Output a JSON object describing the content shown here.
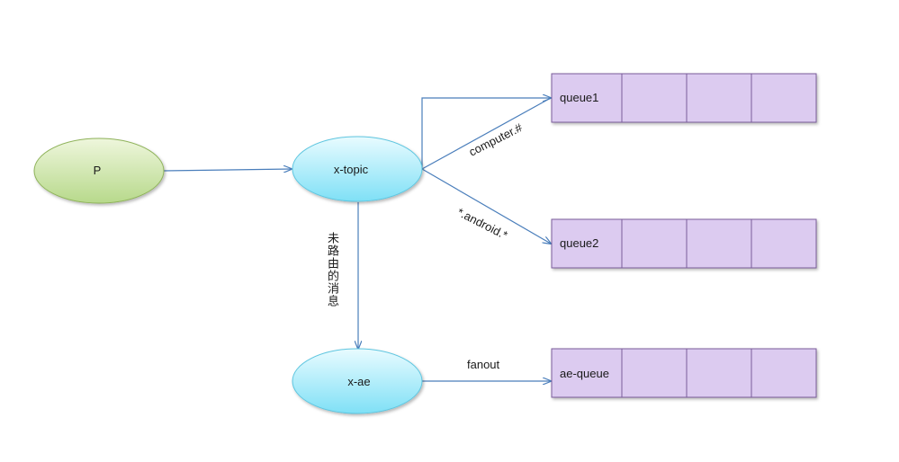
{
  "nodes": {
    "producer": {
      "label": "P"
    },
    "topic_exchange": {
      "label": "x-topic"
    },
    "ae_exchange": {
      "label": "x-ae"
    }
  },
  "queues": {
    "queue1": {
      "label": "queue1"
    },
    "queue2": {
      "label": "queue2"
    },
    "ae_queue": {
      "label": "ae-queue"
    }
  },
  "edges": {
    "to_queue1": {
      "label": "computer.#"
    },
    "to_queue2": {
      "label": "*.android.*"
    },
    "unrouted": {
      "label": "未路由的消息"
    },
    "fanout": {
      "label": "fanout"
    }
  },
  "colors": {
    "producer_fill_top": "#eef6dc",
    "producer_fill_bottom": "#b7d98b",
    "producer_stroke": "#8fb35a",
    "exchange_fill_top": "#e8fbff",
    "exchange_fill_bottom": "#7fe0f6",
    "exchange_stroke": "#5ec6e0",
    "queue_fill": "#dccbf0",
    "queue_stroke": "#7a5b9a",
    "arrow": "#4a7ebb"
  }
}
